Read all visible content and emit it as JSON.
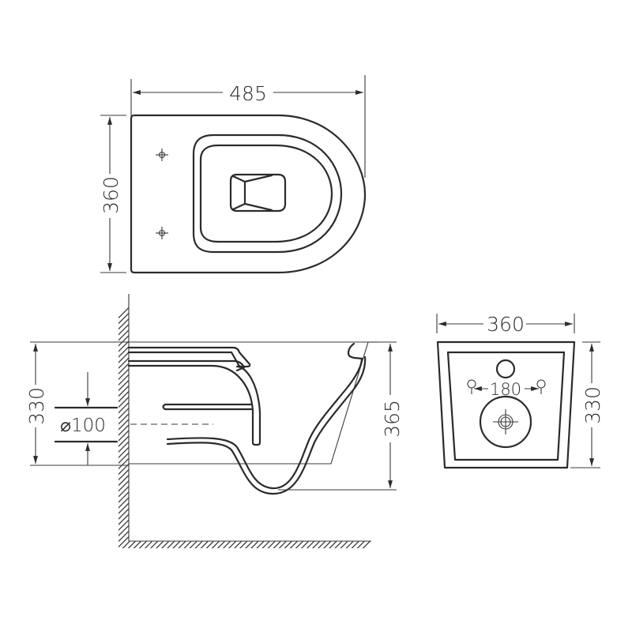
{
  "drawing": {
    "title": "Wall-hung toilet technical drawing",
    "line_color": "#2b2b2b",
    "background": "#ffffff",
    "views": {
      "top": {
        "width_label": "485",
        "depth_label": "360"
      },
      "side": {
        "height_label": "330",
        "pipe_label": "⌀100",
        "front_height_label": "365"
      },
      "rear": {
        "width_label": "360",
        "bolt_spacing_label": "180",
        "height_label": "330"
      }
    }
  }
}
